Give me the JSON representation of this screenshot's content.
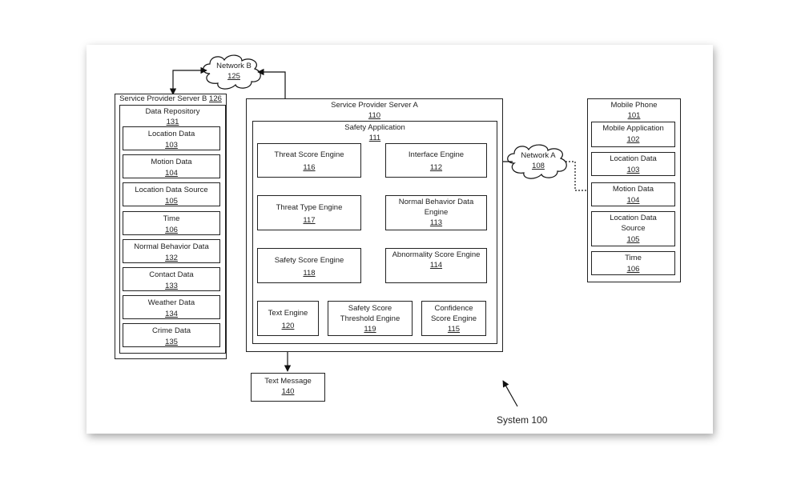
{
  "system_label": "System 100",
  "network_b": {
    "label": "Network B",
    "num": "125"
  },
  "network_a": {
    "label": "Network A",
    "num": "108"
  },
  "server_b": {
    "title": "Service Provider Server B",
    "num": "126",
    "repository": {
      "label": "Data  Repository",
      "num": "131"
    },
    "items": [
      {
        "label": "Location Data",
        "num": "103"
      },
      {
        "label": "Motion Data",
        "num": "104"
      },
      {
        "label": "Location Data Source",
        "num": "105"
      },
      {
        "label": "Time",
        "num": "106"
      },
      {
        "label": "Normal Behavior Data",
        "num": "132"
      },
      {
        "label": "Contact Data",
        "num": "133"
      },
      {
        "label": "Weather Data",
        "num": "134"
      },
      {
        "label": "Crime Data",
        "num": "135"
      }
    ]
  },
  "server_a": {
    "title": "Service Provider Server A",
    "num": "110",
    "app": {
      "label": "Safety Application",
      "num": "111"
    },
    "engines": {
      "threat_score": {
        "label": "Threat Score Engine",
        "num": "116"
      },
      "threat_type": {
        "label": "Threat Type Engine",
        "num": "117"
      },
      "safety_score": {
        "label": "Safety Score Engine",
        "num": "118"
      },
      "text_engine": {
        "label": "Text Engine",
        "num": "120"
      },
      "threshold": {
        "label": "Safety Score Threshold  Engine",
        "num": "119"
      },
      "interface": {
        "label": "Interface Engine",
        "num": "112"
      },
      "normal_behavior": {
        "label": "Normal Behavior Data Engine",
        "num": "113"
      },
      "abnormality": {
        "label": "Abnormality Score Engine",
        "num": "114"
      },
      "confidence": {
        "label": "Confidence Score Engine",
        "num": "115"
      }
    }
  },
  "mobile": {
    "title": "Mobile Phone",
    "num": "101",
    "items": [
      {
        "label": "Mobile Application",
        "num": "102"
      },
      {
        "label": "Location Data",
        "num": "103"
      },
      {
        "label": "Motion Data",
        "num": "104"
      },
      {
        "label": "Location Data Source",
        "num": "105"
      },
      {
        "label": "Time",
        "num": "106"
      }
    ]
  },
  "text_message": {
    "label": "Text Message",
    "num": "140"
  }
}
